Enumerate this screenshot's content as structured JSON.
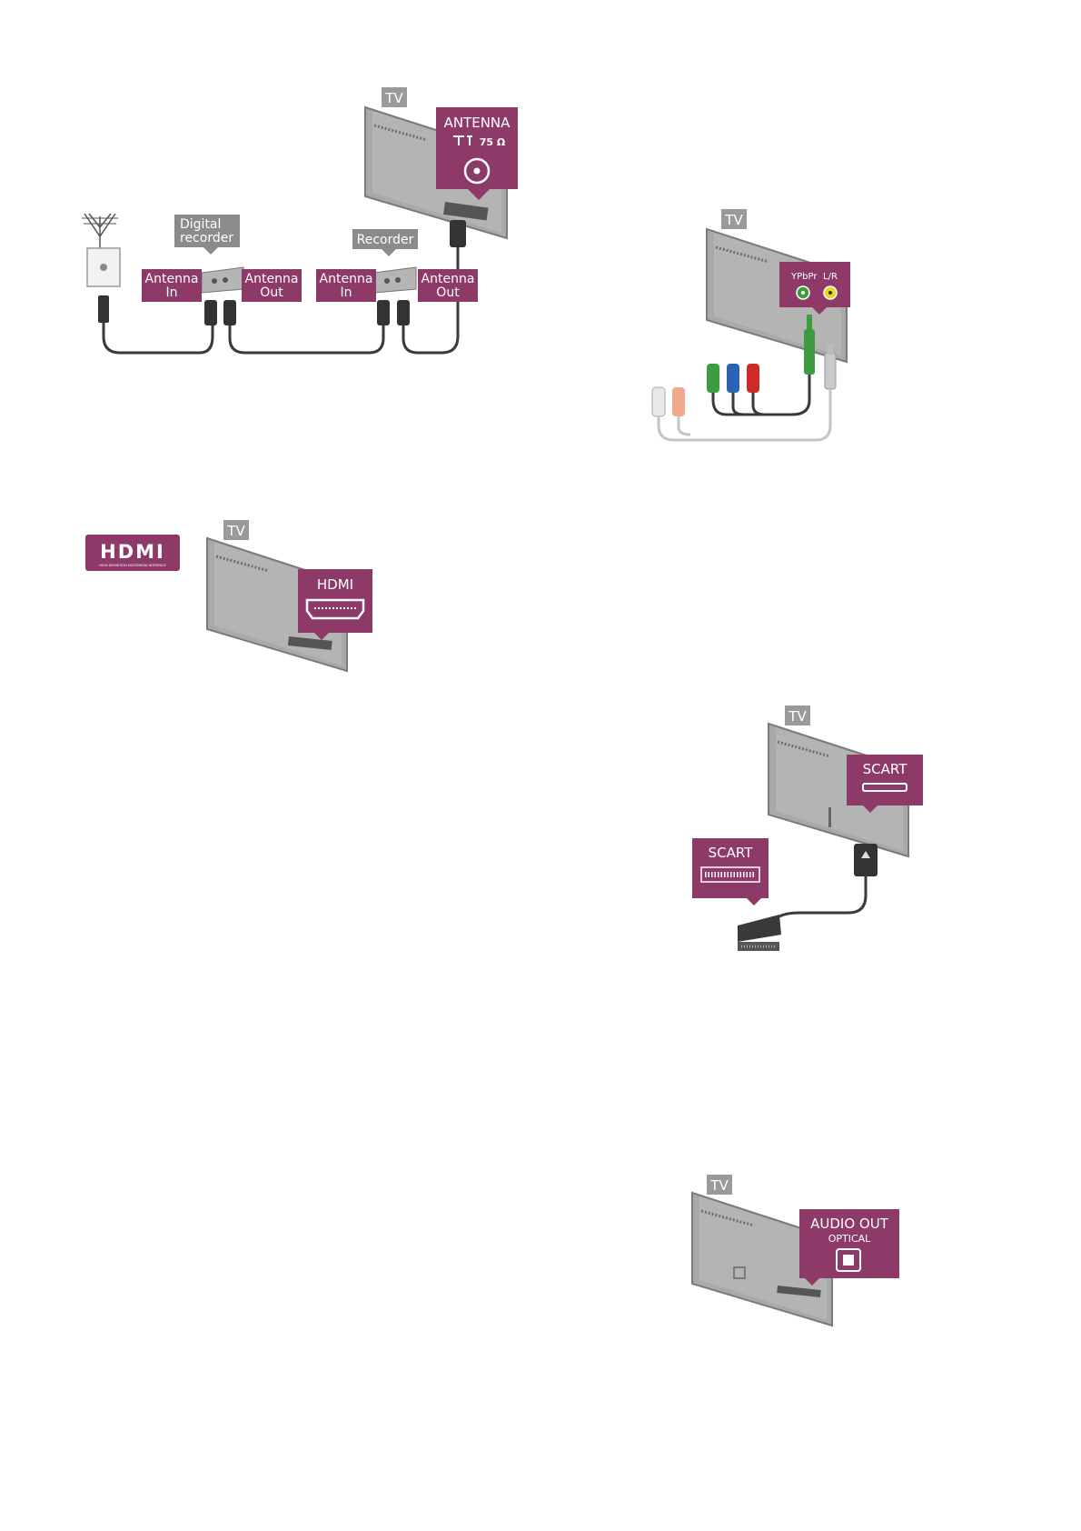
{
  "colors": {
    "accent": "#8d3a68",
    "label_gray": "#8b8b8b",
    "tv_body": "#a9a9a9",
    "cable": "#3a3a3a"
  },
  "antenna_figure": {
    "tv_label": "TV",
    "antenna_port": {
      "title": "ANTENNA",
      "spec": "75 Ω"
    },
    "digital_recorder": {
      "line1": "Digital",
      "line2": "recorder"
    },
    "recorder_label": "Recorder",
    "port_labels": [
      {
        "line1": "Antenna",
        "line2": "In"
      },
      {
        "line1": "Antenna",
        "line2": "Out"
      },
      {
        "line1": "Antenna",
        "line2": "In"
      },
      {
        "line1": "Antenna",
        "line2": "Out"
      }
    ]
  },
  "ypbpr_figure": {
    "tv_label": "TV",
    "port_left": "YPbPr",
    "port_right": "L/R"
  },
  "hdmi_figure": {
    "logo_text": "HDMI",
    "logo_subtext": "HIGH-DEFINITION MULTIMEDIA INTERFACE",
    "tv_label": "TV",
    "port_label": "HDMI"
  },
  "scart_figure": {
    "tv_label": "TV",
    "port_label": "SCART",
    "device_label": "SCART"
  },
  "audio_figure": {
    "tv_label": "TV",
    "port_line1": "AUDIO OUT",
    "port_line2": "OPTICAL"
  }
}
